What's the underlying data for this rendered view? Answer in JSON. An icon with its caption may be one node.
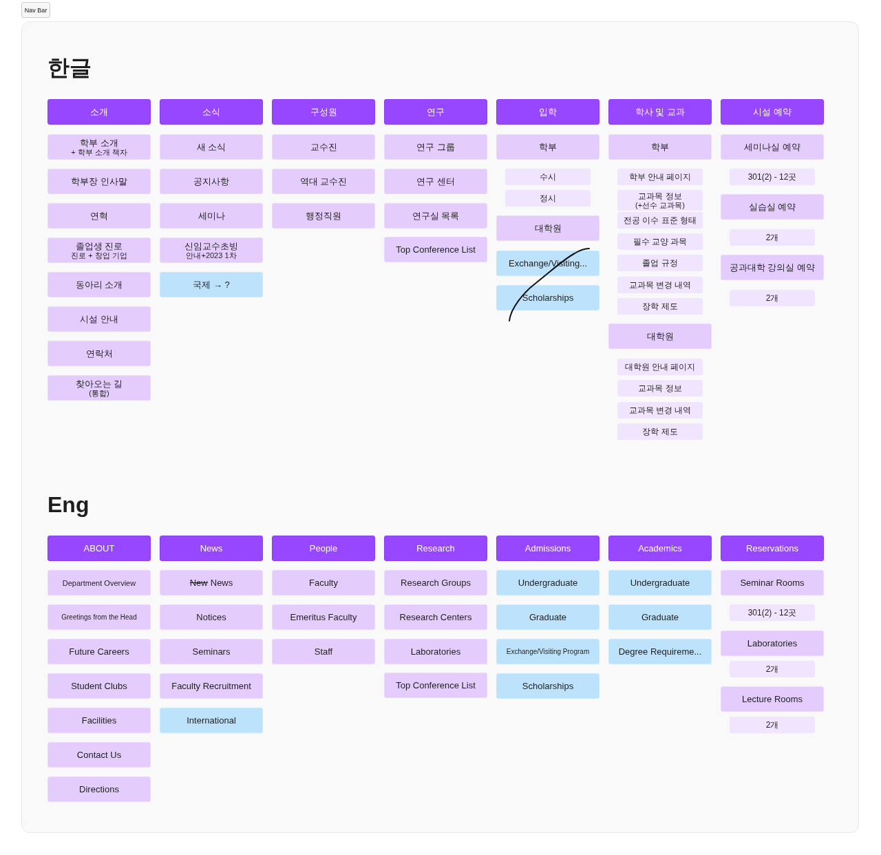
{
  "diagram": {
    "nodes": [
      {
        "text": [
          "Nav Bar"
        ]
      },
      {
        "text": [
          "소개"
        ]
      },
      {
        "text": [
          "학부 소개",
          "+ 학부 소개 책자"
        ]
      },
      {
        "text": [
          "학부장 인사말"
        ]
      },
      {
        "text": [
          "연혁"
        ]
      },
      {
        "text": [
          "졸업생 진로",
          "진로 + 창업 기업"
        ]
      },
      {
        "text": [
          "동아리 소개"
        ]
      },
      {
        "text": [
          "시설 안내"
        ]
      },
      {
        "text": [
          "연락처"
        ]
      },
      {
        "text": [
          "찾아오는 길",
          "(통합)"
        ]
      },
      {
        "text": [
          "소식"
        ]
      },
      {
        "text": [
          "새 소식"
        ]
      },
      {
        "text": [
          "공지사항"
        ]
      },
      {
        "text": [
          "세미나"
        ]
      },
      {
        "text": [
          "신임교수초빙",
          "안내+2023 1차"
        ]
      },
      {
        "text": [
          "국제 → ?"
        ]
      },
      {
        "text": [
          "구성원"
        ]
      },
      {
        "text": [
          "교수진"
        ]
      },
      {
        "text": [
          "역대 교수진"
        ]
      },
      {
        "text": [
          "행정직원"
        ]
      },
      {
        "text": [
          "연구"
        ]
      },
      {
        "text": [
          "연구 그룹"
        ]
      },
      {
        "text": [
          "연구 센터"
        ]
      },
      {
        "text": [
          "연구실 목록"
        ]
      },
      {
        "text": [
          "Top Conference List"
        ]
      },
      {
        "text": [
          "입학"
        ]
      },
      {
        "text": [
          "학부"
        ]
      },
      {
        "text": [
          "수시"
        ]
      },
      {
        "text": [
          "정시"
        ]
      },
      {
        "text": [
          "대학원"
        ]
      },
      {
        "text": [
          "Exchange/Visiting..."
        ]
      },
      {
        "text": [
          "Scholarships"
        ]
      },
      {
        "text": [
          "학사 및 교과"
        ]
      },
      {
        "text": [
          "학부"
        ]
      },
      {
        "text": [
          "학부 안내 페이지"
        ]
      },
      {
        "text": [
          "교과목 정보",
          "(+선수 교과목)"
        ]
      },
      {
        "text": [
          "전공 이수 표준 형태"
        ]
      },
      {
        "text": [
          "필수 교양 과목"
        ]
      },
      {
        "text": [
          "졸업 규정"
        ]
      },
      {
        "text": [
          "교과목 변경 내역"
        ]
      },
      {
        "text": [
          "장학 제도"
        ]
      },
      {
        "text": [
          "대학원"
        ]
      },
      {
        "text": [
          "대학원 안내 페이지"
        ]
      },
      {
        "text": [
          "교과목 정보"
        ]
      },
      {
        "text": [
          "교과목 변경 내역"
        ]
      },
      {
        "text": [
          "장학 제도"
        ]
      },
      {
        "text": [
          "시설 예약"
        ]
      },
      {
        "text": [
          "세미나실 예약"
        ]
      },
      {
        "text": [
          "301(2) - 12곳"
        ]
      },
      {
        "text": [
          "실습실 예약"
        ]
      },
      {
        "text": [
          "2개"
        ]
      },
      {
        "text": [
          "공과대학 강의실 예약"
        ]
      },
      {
        "text": [
          "2개"
        ]
      },
      {
        "text": [
          "ABOUT"
        ]
      },
      {
        "text": [
          "Department Overview"
        ]
      },
      {
        "text": [
          "Greetings from the Head"
        ]
      },
      {
        "text": [
          "Future Careers"
        ]
      },
      {
        "text": [
          "Student Clubs"
        ]
      },
      {
        "text": [
          "Facilities"
        ]
      },
      {
        "text": [
          "Contact Us"
        ]
      },
      {
        "text": [
          "Directions"
        ]
      },
      {
        "text": [
          "News"
        ]
      },
      {
        "text": [
          "New",
          "News"
        ]
      },
      {
        "text": [
          "Notices"
        ]
      },
      {
        "text": [
          "Seminars"
        ]
      },
      {
        "text": [
          "Faculty Recruitment"
        ]
      },
      {
        "text": [
          "International"
        ]
      },
      {
        "text": [
          "People"
        ]
      },
      {
        "text": [
          "Faculty"
        ]
      },
      {
        "text": [
          "Emeritus Faculty"
        ]
      },
      {
        "text": [
          "Staff"
        ]
      },
      {
        "text": [
          "Research"
        ]
      },
      {
        "text": [
          "Research Groups"
        ]
      },
      {
        "text": [
          "Research Centers"
        ]
      },
      {
        "text": [
          "Laboratories"
        ]
      },
      {
        "text": [
          "Top Conference List"
        ]
      },
      {
        "text": [
          "Admissions"
        ]
      },
      {
        "text": [
          "Undergraduate"
        ]
      },
      {
        "text": [
          "Graduate"
        ]
      },
      {
        "text": [
          "Exchange/Visiting Program"
        ]
      },
      {
        "text": [
          "Scholarships"
        ]
      },
      {
        "text": [
          "Academics"
        ]
      },
      {
        "text": [
          "Undergraduate"
        ]
      },
      {
        "text": [
          "Graduate"
        ]
      },
      {
        "text": [
          "Degree Requireme..."
        ]
      },
      {
        "text": [
          "Reservations"
        ]
      },
      {
        "text": [
          "Seminar Rooms"
        ]
      },
      {
        "text": [
          "301(2) - 12곳"
        ]
      },
      {
        "text": [
          "Laboratories"
        ]
      },
      {
        "text": [
          "2개"
        ]
      },
      {
        "text": [
          "Lecture Rooms"
        ]
      },
      {
        "text": [
          "2개"
        ]
      }
    ],
    "labels": [
      "한글",
      "Eng"
    ]
  }
}
